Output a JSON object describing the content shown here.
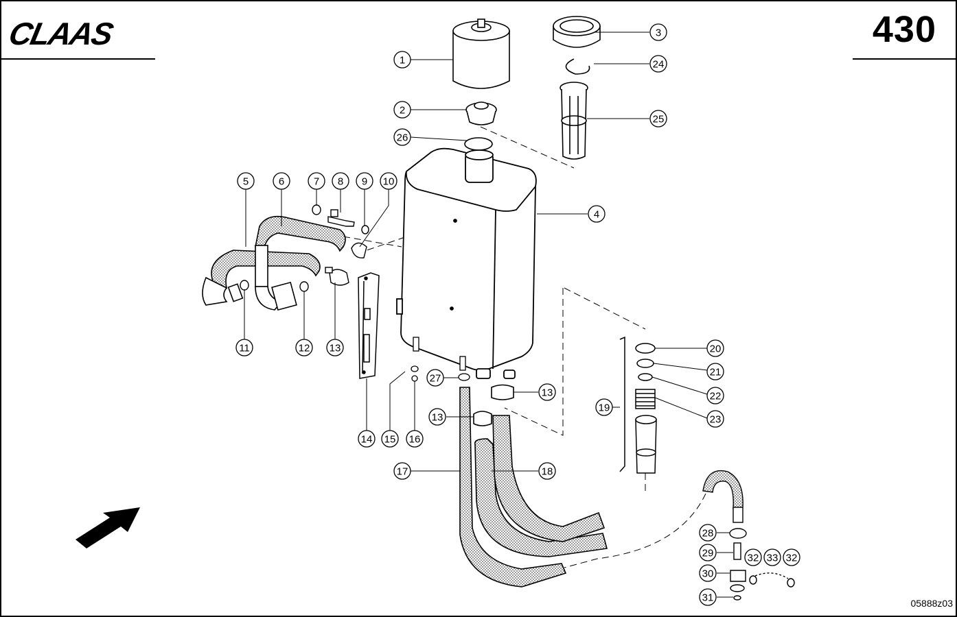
{
  "header": {
    "brand": "CLAAS",
    "page_number": "430"
  },
  "footer": {
    "drawing_code": "05888z03"
  },
  "callouts": [
    {
      "id": "c1",
      "label": "1"
    },
    {
      "id": "c2",
      "label": "2"
    },
    {
      "id": "c3",
      "label": "3"
    },
    {
      "id": "c4",
      "label": "4"
    },
    {
      "id": "c5",
      "label": "5"
    },
    {
      "id": "c6",
      "label": "6"
    },
    {
      "id": "c7",
      "label": "7"
    },
    {
      "id": "c8",
      "label": "8"
    },
    {
      "id": "c9",
      "label": "9"
    },
    {
      "id": "c10",
      "label": "10"
    },
    {
      "id": "c11",
      "label": "11"
    },
    {
      "id": "c12",
      "label": "12"
    },
    {
      "id": "c13a",
      "label": "13"
    },
    {
      "id": "c13b",
      "label": "13"
    },
    {
      "id": "c13c",
      "label": "13"
    },
    {
      "id": "c14",
      "label": "14"
    },
    {
      "id": "c15",
      "label": "15"
    },
    {
      "id": "c16",
      "label": "16"
    },
    {
      "id": "c17",
      "label": "17"
    },
    {
      "id": "c18",
      "label": "18"
    },
    {
      "id": "c19",
      "label": "19"
    },
    {
      "id": "c20",
      "label": "20"
    },
    {
      "id": "c21",
      "label": "21"
    },
    {
      "id": "c22",
      "label": "22"
    },
    {
      "id": "c23",
      "label": "23"
    },
    {
      "id": "c24",
      "label": "24"
    },
    {
      "id": "c25",
      "label": "25"
    },
    {
      "id": "c26",
      "label": "26"
    },
    {
      "id": "c27",
      "label": "27"
    },
    {
      "id": "c28",
      "label": "28"
    },
    {
      "id": "c29",
      "label": "29"
    },
    {
      "id": "c30",
      "label": "30"
    },
    {
      "id": "c31",
      "label": "31"
    },
    {
      "id": "c32a",
      "label": "32"
    },
    {
      "id": "c33",
      "label": "33"
    },
    {
      "id": "c32b",
      "label": "32"
    }
  ]
}
